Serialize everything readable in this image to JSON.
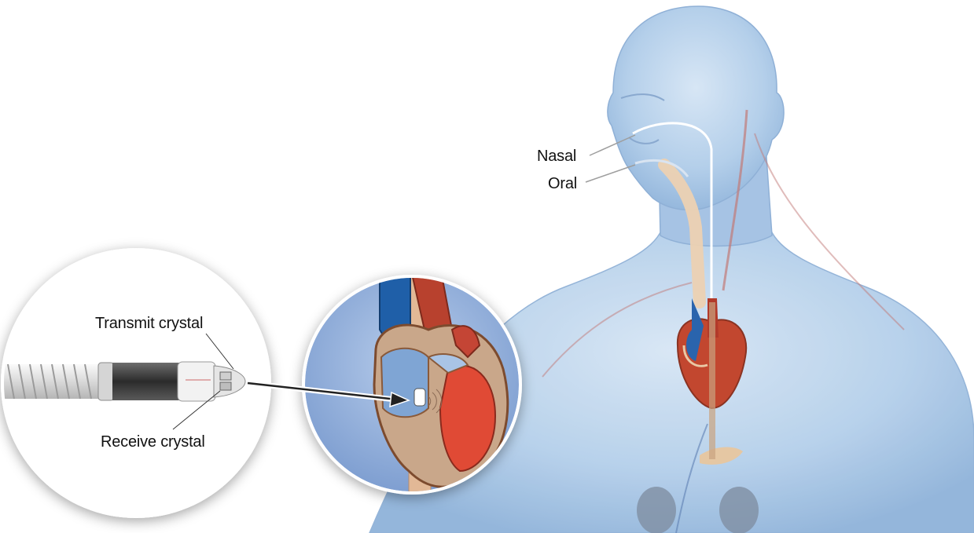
{
  "labels": {
    "transmit": "Transmit crystal",
    "receive": "Receive crystal",
    "nasal": "Nasal",
    "oral": "Oral"
  },
  "colors": {
    "body_fill": "#a9c7e6",
    "body_edge": "#7fa6d0",
    "aorta": "#c0392b",
    "vein": "#1f5fa8",
    "esophagus": "#e8c9a8",
    "probe_tube": "#e9e9e9",
    "background": "#ffffff"
  },
  "icons": [
    "probe-illustration",
    "heart-illustration",
    "human-torso-illustration",
    "pointer-arrow"
  ]
}
